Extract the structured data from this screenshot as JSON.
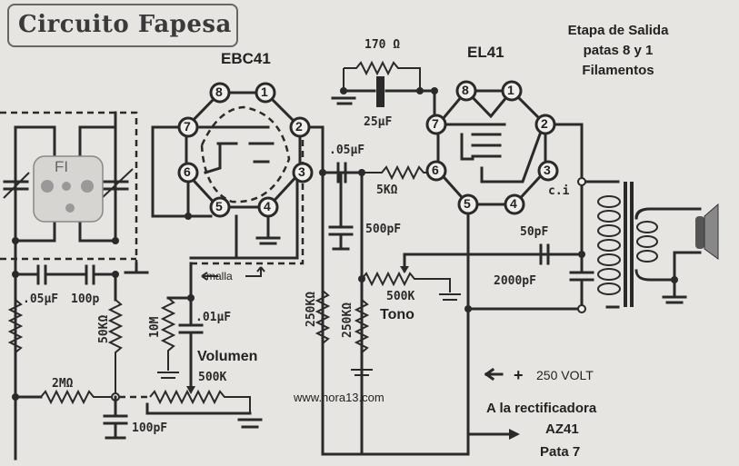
{
  "title": "Circuito Fapesa",
  "tubes": {
    "ebc41": {
      "label": "EBC41",
      "pins": [
        "8",
        "1",
        "7",
        "2",
        "6",
        "3",
        "5",
        "4"
      ]
    },
    "el41": {
      "label": "EL41",
      "pins": [
        "8",
        "1",
        "7",
        "2",
        "6",
        "3",
        "5",
        "4"
      ]
    }
  },
  "fi_block": {
    "label": "FI"
  },
  "notes": {
    "output_stage": [
      "Etapa de Salida",
      "patas 8 y 1",
      "Filamentos"
    ],
    "malla": "malla",
    "volumen": "Volumen",
    "tono": "Tono",
    "voltage": "250 VOLT",
    "plus_sign": "+",
    "rectifier": [
      "A la rectificadora",
      "AZ41",
      "Pata 7"
    ],
    "website": "www.hora13.com",
    "ci": "c.i"
  },
  "components": {
    "r_cathode": "170 Ω",
    "c_cathode": "25µF",
    "c_coupling": ".05µF",
    "r_grid_stop": "5KΩ",
    "c_500pf": "500pF",
    "c_50pf": "50pF",
    "c_2000pf": "2000pF",
    "pot_tono": "500K",
    "r_250k_a": "250KΩ",
    "r_250k_b": "250KΩ",
    "c_01": ".01µF",
    "r_10m": "10M",
    "pot_vol": "500K",
    "r_2m": "2MΩ",
    "r_50k": "50KΩ",
    "c_100pf_bottom": "100pF",
    "c_05_fi": ".05µF",
    "c_100p_fi": "100p"
  }
}
